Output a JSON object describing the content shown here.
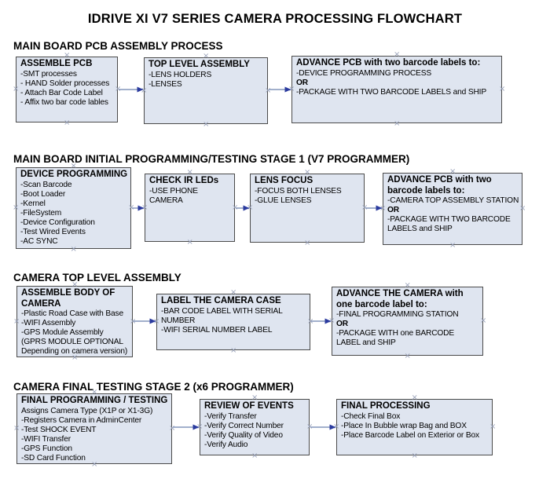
{
  "title": "IDRIVE XI V7 SERIES CAMERA PROCESSING FLOWCHART",
  "colors": {
    "box_fill": "#dfe5f0",
    "box_border": "#4a4a4a",
    "arrow_line": "#8495bb",
    "arrow_head": "#2a3a9e",
    "handle": "#97a0b8",
    "text": "#000000"
  },
  "sections": [
    {
      "heading": "MAIN BOARD PCB ASSEMBLY PROCESS",
      "boxes": [
        {
          "title": "ASSEMBLE PCB",
          "lines": [
            "-SMT processes",
            "- HAND Solder processes",
            "- Attach Bar Code Label",
            "- Affix two bar code lables"
          ]
        },
        {
          "title": "TOP LEVEL ASSEMBLY",
          "lines": [
            "-LENS HOLDERS",
            "-LENSES"
          ]
        },
        {
          "title": "ADVANCE PCB with two barcode labels to:",
          "lines": [
            "-DEVICE PROGRAMMING PROCESS",
            "OR",
            "-PACKAGE WITH TWO BARCODE LABELS and SHIP"
          ]
        }
      ]
    },
    {
      "heading": "MAIN BOARD INITIAL PROGRAMMING/TESTING STAGE 1 (V7 PROGRAMMER)",
      "boxes": [
        {
          "title": "DEVICE PROGRAMMING",
          "lines": [
            "-Scan Barcode",
            "-Boot Loader",
            "-Kernel",
            "-FileSystem",
            "-Device Configuration",
            "-Test Wired Events",
            "-AC SYNC"
          ]
        },
        {
          "title": "CHECK IR LEDs",
          "lines": [
            "-USE PHONE CAMERA"
          ]
        },
        {
          "title": "LENS FOCUS",
          "lines": [
            "-FOCUS BOTH LENSES",
            "-GLUE LENSES"
          ]
        },
        {
          "title": "ADVANCE PCB with two barcode labels to:",
          "lines": [
            "-CAMERA TOP ASSEMBLY STATION",
            "OR",
            "-PACKAGE WITH TWO BARCODE LABELS and SHIP"
          ]
        }
      ]
    },
    {
      "heading": "CAMERA TOP LEVEL ASSEMBLY",
      "boxes": [
        {
          "title": "ASSEMBLE BODY OF CAMERA",
          "lines": [
            "-Plastic Road Case with Base",
            "-WIFI Assembly",
            "-GPS Module Assembly",
            "(GPRS MODULE OPTIONAL",
            "Depending on camera version)"
          ]
        },
        {
          "title": "LABEL THE CAMERA CASE",
          "lines": [
            "-BAR CODE LABEL WITH SERIAL NUMBER",
            "-WIFI SERIAL NUMBER LABEL"
          ]
        },
        {
          "title": "ADVANCE THE CAMERA with one barcode label to:",
          "lines": [
            "-FINAL PROGRAMMING STATION",
            "OR",
            "-PACKAGE WITH one BARCODE LABEL and SHIP"
          ]
        }
      ]
    },
    {
      "heading": "CAMERA FINAL TESTING STAGE 2 (x6 PROGRAMMER)",
      "boxes": [
        {
          "title": "FINAL PROGRAMMING / TESTING",
          "lines": [
            "Assigns Camera Type (X1P or X1-3G)",
            "-Registers Camera in AdminCenter",
            "-Test SHOCK EVENT",
            "-WIFI Transfer",
            "-GPS Function",
            "-SD Card Function"
          ]
        },
        {
          "title": "REVIEW OF EVENTS",
          "lines": [
            "-Verify Transfer",
            "-Verify Correct Number",
            "-Verify Quality of Video",
            "-Verify Audio"
          ]
        },
        {
          "title": "FINAL PROCESSING",
          "lines": [
            "-Check Final Box",
            "-Place In Bubble wrap Bag and BOX",
            "-Place Barcode Label on Exterior or Box"
          ]
        }
      ]
    }
  ]
}
